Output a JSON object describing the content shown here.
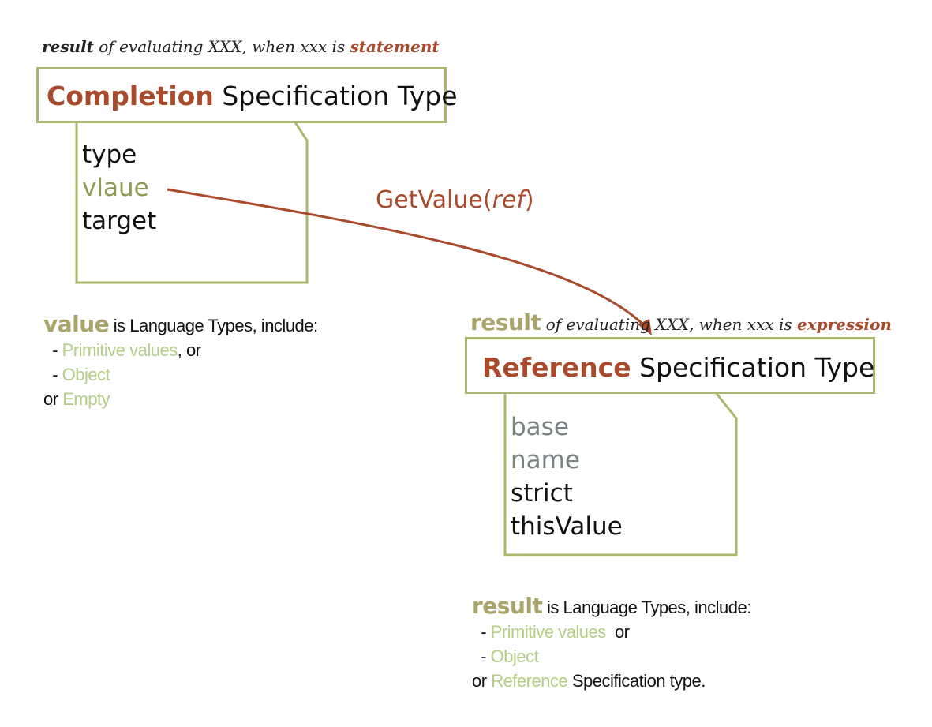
{
  "top_caption": {
    "lead": "result",
    "middle": " of evaluating XXX, when xxx is ",
    "tail": "statement"
  },
  "completion": {
    "keyword": "Completion",
    "rest": " Specification Type",
    "fields": [
      "type",
      "vlaue",
      "target"
    ]
  },
  "getvalue": {
    "name": "GetValue(",
    "arg": "ref",
    "close": ")"
  },
  "value_note": {
    "lead": "value",
    "line1": " is Language Types, include:",
    "item1_prefix": "  - ",
    "item1_green": "Primitive values",
    "item1_suffix": ", or",
    "item2_prefix": "  - ",
    "item2_green": "Object",
    "line4_prefix": "or ",
    "line4_green": "Empty"
  },
  "right_caption": {
    "lead": "result",
    "middle": " of evaluating XXX, when xxx is ",
    "tail": "expression"
  },
  "reference": {
    "keyword": "Reference",
    "rest": " Specification Type",
    "fields": [
      "base",
      "name",
      "strict",
      "thisValue"
    ]
  },
  "result_note": {
    "lead": "result",
    "line1": " is Language Types, include:",
    "item1_prefix": "  - ",
    "item1_green": "Primitive values",
    "item1_suffix": "  or",
    "item2_prefix": "  - ",
    "item2_green": "Object",
    "line4_prefix": "or ",
    "line4_green": "Reference",
    "line4_suffix": " Specification type."
  },
  "colors": {
    "box_border": "#a9b86a",
    "accent_red": "#a94a2c",
    "light_green": "#b5cd86",
    "olive_text": "#8f9a55",
    "grey_text": "#7b8284"
  }
}
